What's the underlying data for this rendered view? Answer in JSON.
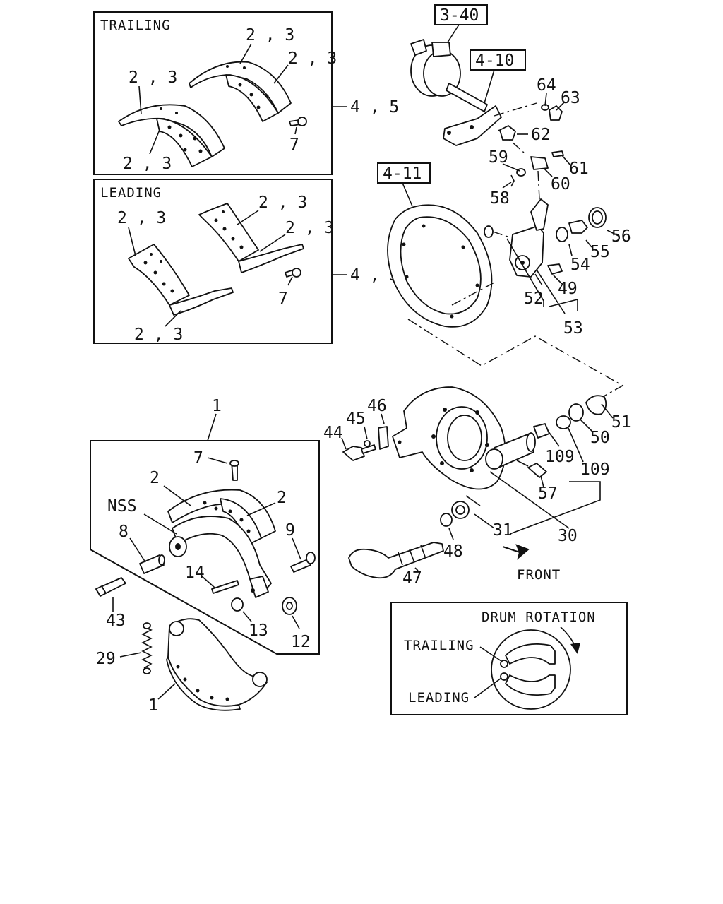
{
  "panels": {
    "trailing": {
      "title": "TRAILING",
      "callout": "4 , 5",
      "labels": [
        "2 , 3",
        "2 , 3",
        "2 , 3",
        "2 , 3",
        "7"
      ]
    },
    "leading": {
      "title": "LEADING",
      "callout": "4 , 5",
      "labels": [
        "2 , 3",
        "2 , 3",
        "2 , 3",
        "2 , 3",
        "7"
      ]
    },
    "rotation": {
      "title": "DRUM ROTATION",
      "trailing": "TRAILING",
      "leading": "LEADING"
    }
  },
  "refs": {
    "r340": "3-40",
    "r410": "4-10",
    "r411": "4-11"
  },
  "labels": {
    "p64": "64",
    "p63": "63",
    "p62": "62",
    "p59": "59",
    "p61": "61",
    "p60": "60",
    "p58": "58",
    "p56": "56",
    "p55": "55",
    "p54": "54",
    "p49": "49",
    "p52": "52",
    "p53": "53",
    "p46": "46",
    "p45": "45",
    "p44": "44",
    "p51": "51",
    "p50": "50",
    "p109a": "109",
    "p109b": "109",
    "p57": "57",
    "p31": "31",
    "p30": "30",
    "p48": "48",
    "p47": "47",
    "front": "FRONT",
    "p1top": "1",
    "p7": "7",
    "p2a": "2",
    "p2b": "2",
    "nss": "NSS",
    "p8": "8",
    "p9": "9",
    "p14": "14",
    "p13": "13",
    "p12": "12",
    "p43": "43",
    "p29": "29",
    "p1bot": "1"
  }
}
